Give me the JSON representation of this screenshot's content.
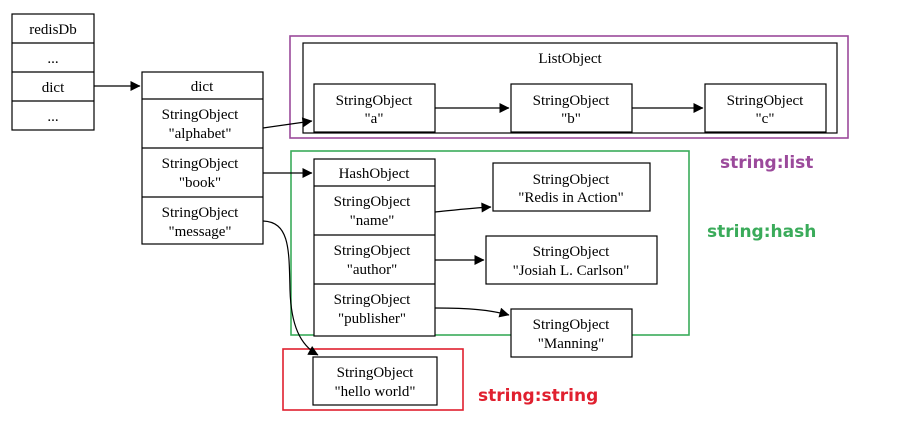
{
  "redisDb": {
    "title": "redisDb",
    "row1": "...",
    "dict": "dict",
    "row3": "..."
  },
  "dict": {
    "title": "dict",
    "entries": [
      {
        "line1": "StringObject",
        "line2": "\"alphabet\""
      },
      {
        "line1": "StringObject",
        "line2": "\"book\""
      },
      {
        "line1": "StringObject",
        "line2": "\"message\""
      }
    ]
  },
  "list": {
    "title": "ListObject",
    "items": [
      {
        "line1": "StringObject",
        "line2": "\"a\""
      },
      {
        "line1": "StringObject",
        "line2": "\"b\""
      },
      {
        "line1": "StringObject",
        "line2": "\"c\""
      }
    ],
    "group_label": "string:list",
    "color": "#9b4a9b"
  },
  "hash": {
    "title": "HashObject",
    "fields": [
      {
        "line1": "StringObject",
        "line2": "\"name\""
      },
      {
        "line1": "StringObject",
        "line2": "\"author\""
      },
      {
        "line1": "StringObject",
        "line2": "\"publisher\""
      }
    ],
    "values": [
      {
        "line1": "StringObject",
        "line2": "\"Redis in Action\""
      },
      {
        "line1": "StringObject",
        "line2": "\"Josiah L. Carlson\""
      },
      {
        "line1": "StringObject",
        "line2": "\"Manning\""
      }
    ],
    "group_label": "string:hash",
    "color": "#3aab5a"
  },
  "string": {
    "value": {
      "line1": "StringObject",
      "line2": "\"hello world\""
    },
    "group_label": "string:string",
    "color": "#e0202f"
  }
}
